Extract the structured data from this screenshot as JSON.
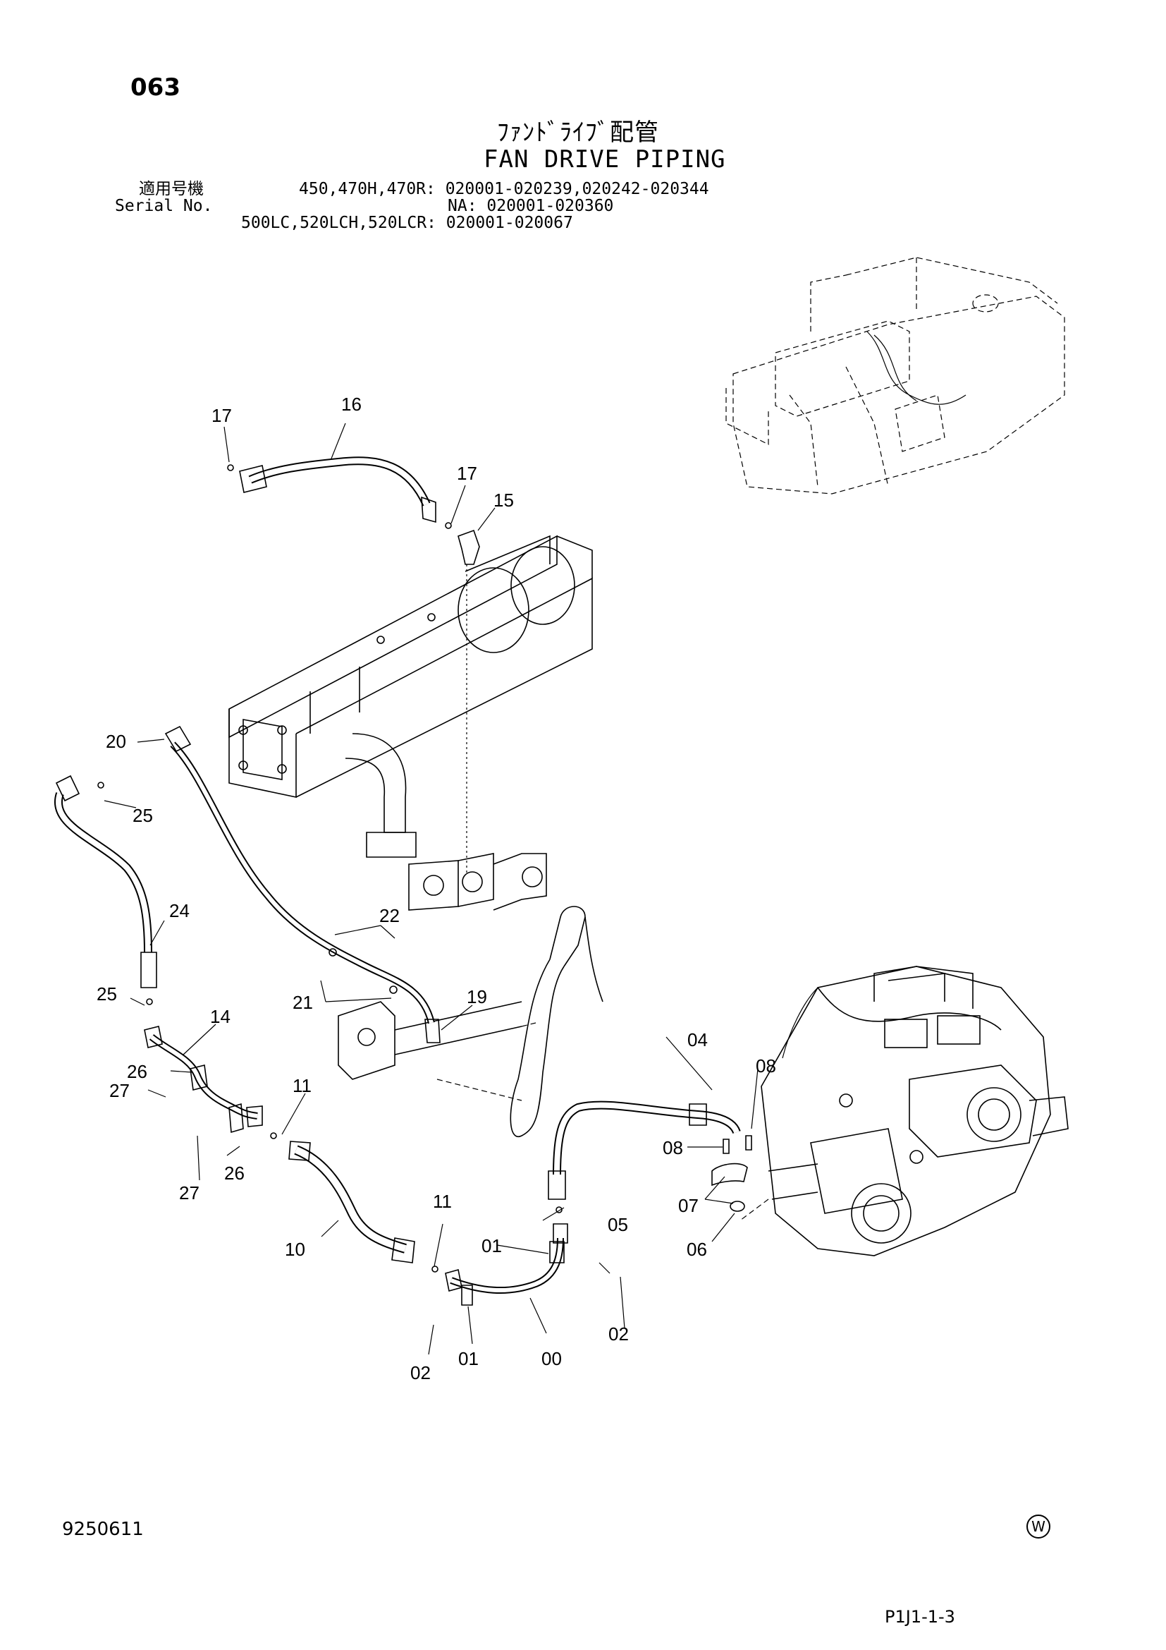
{
  "header": {
    "page_number": "063",
    "title_jp": "ﾌｧﾝﾄﾞﾗｲﾌﾞ配管",
    "title_en": "FAN DRIVE PIPING"
  },
  "serial": {
    "label_jp": "適用号機",
    "label_en": "Serial No.",
    "row1": "450,470H,470R: 020001-020239,020242-020344",
    "row2": "NA: 020001-020360",
    "row3": "500LC,520LCH,520LCR: 020001-020067"
  },
  "callouts": {
    "c00": "00",
    "c01a": "01",
    "c01b": "01",
    "c02a": "02",
    "c02b": "02",
    "c04": "04",
    "c05": "05",
    "c06": "06",
    "c07": "07",
    "c08a": "08",
    "c08b": "08",
    "c10": "10",
    "c11a": "11",
    "c11b": "11",
    "c14": "14",
    "c15": "15",
    "c16": "16",
    "c17a": "17",
    "c17b": "17",
    "c19": "19",
    "c20": "20",
    "c21": "21",
    "c22": "22",
    "c24": "24",
    "c25a": "25",
    "c25b": "25",
    "c26a": "26",
    "c26b": "26",
    "c27a": "27",
    "c27b": "27"
  },
  "footer": {
    "doc_number": "9250611",
    "mark": "W",
    "sheet_code": "P1J1-1-3"
  }
}
